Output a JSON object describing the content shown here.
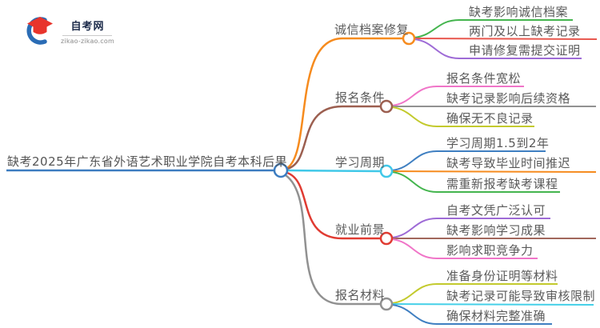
{
  "logo": {
    "title": "自考网",
    "url": "zikao-zikao.com",
    "brand_navy": "#1c2b4a",
    "brand_red": "#e8342c",
    "brand_blue": "#2a6cb5"
  },
  "map": {
    "root": {
      "label": "缺考2025年广东省外语艺术职业学院自考本科后果",
      "color": "#3c7cc0"
    },
    "branches": [
      {
        "label": "诚信档案修复",
        "color": "#f68b1e",
        "children": [
          {
            "text": "缺考影响诚信档案",
            "color": "#44b54e"
          },
          {
            "text": "两门及以上缺考记录",
            "color": "#e8574e"
          },
          {
            "text": "申请修复需提交证明",
            "color": "#9e6bd6"
          }
        ]
      },
      {
        "label": "报名条件",
        "color": "#9c5f50",
        "children": [
          {
            "text": "报名条件宽松",
            "color": "#f075c8"
          },
          {
            "text": "缺考记录影响后续资格",
            "color": "#919191"
          },
          {
            "text": "确保无不良记录",
            "color": "#c3ca2d"
          }
        ]
      },
      {
        "label": "学习周期",
        "color": "#40c8e8",
        "children": [
          {
            "text": "学习周期1.5到2年",
            "color": "#3f7fc1"
          },
          {
            "text": "缺考导致毕业时间推迟",
            "color": "#f68b1e"
          },
          {
            "text": "需重新报考缺考课程",
            "color": "#44b54e"
          }
        ]
      },
      {
        "label": "就业前景",
        "color": "#e03b32",
        "children": [
          {
            "text": "自考文凭广泛认可",
            "color": "#9e6bd6"
          },
          {
            "text": "缺考影响学习成果",
            "color": "#a2675c"
          },
          {
            "text": "影响求职竞争力",
            "color": "#f075c8"
          }
        ]
      },
      {
        "label": "报名材料",
        "color": "#919191",
        "children": [
          {
            "text": "准备身份证明等材料",
            "color": "#c3ca2d"
          },
          {
            "text": "缺考记录可能导致审核限制",
            "color": "#45d0e8"
          },
          {
            "text": "确保材料完整准确",
            "color": "#3f7fc1"
          }
        ]
      }
    ]
  }
}
